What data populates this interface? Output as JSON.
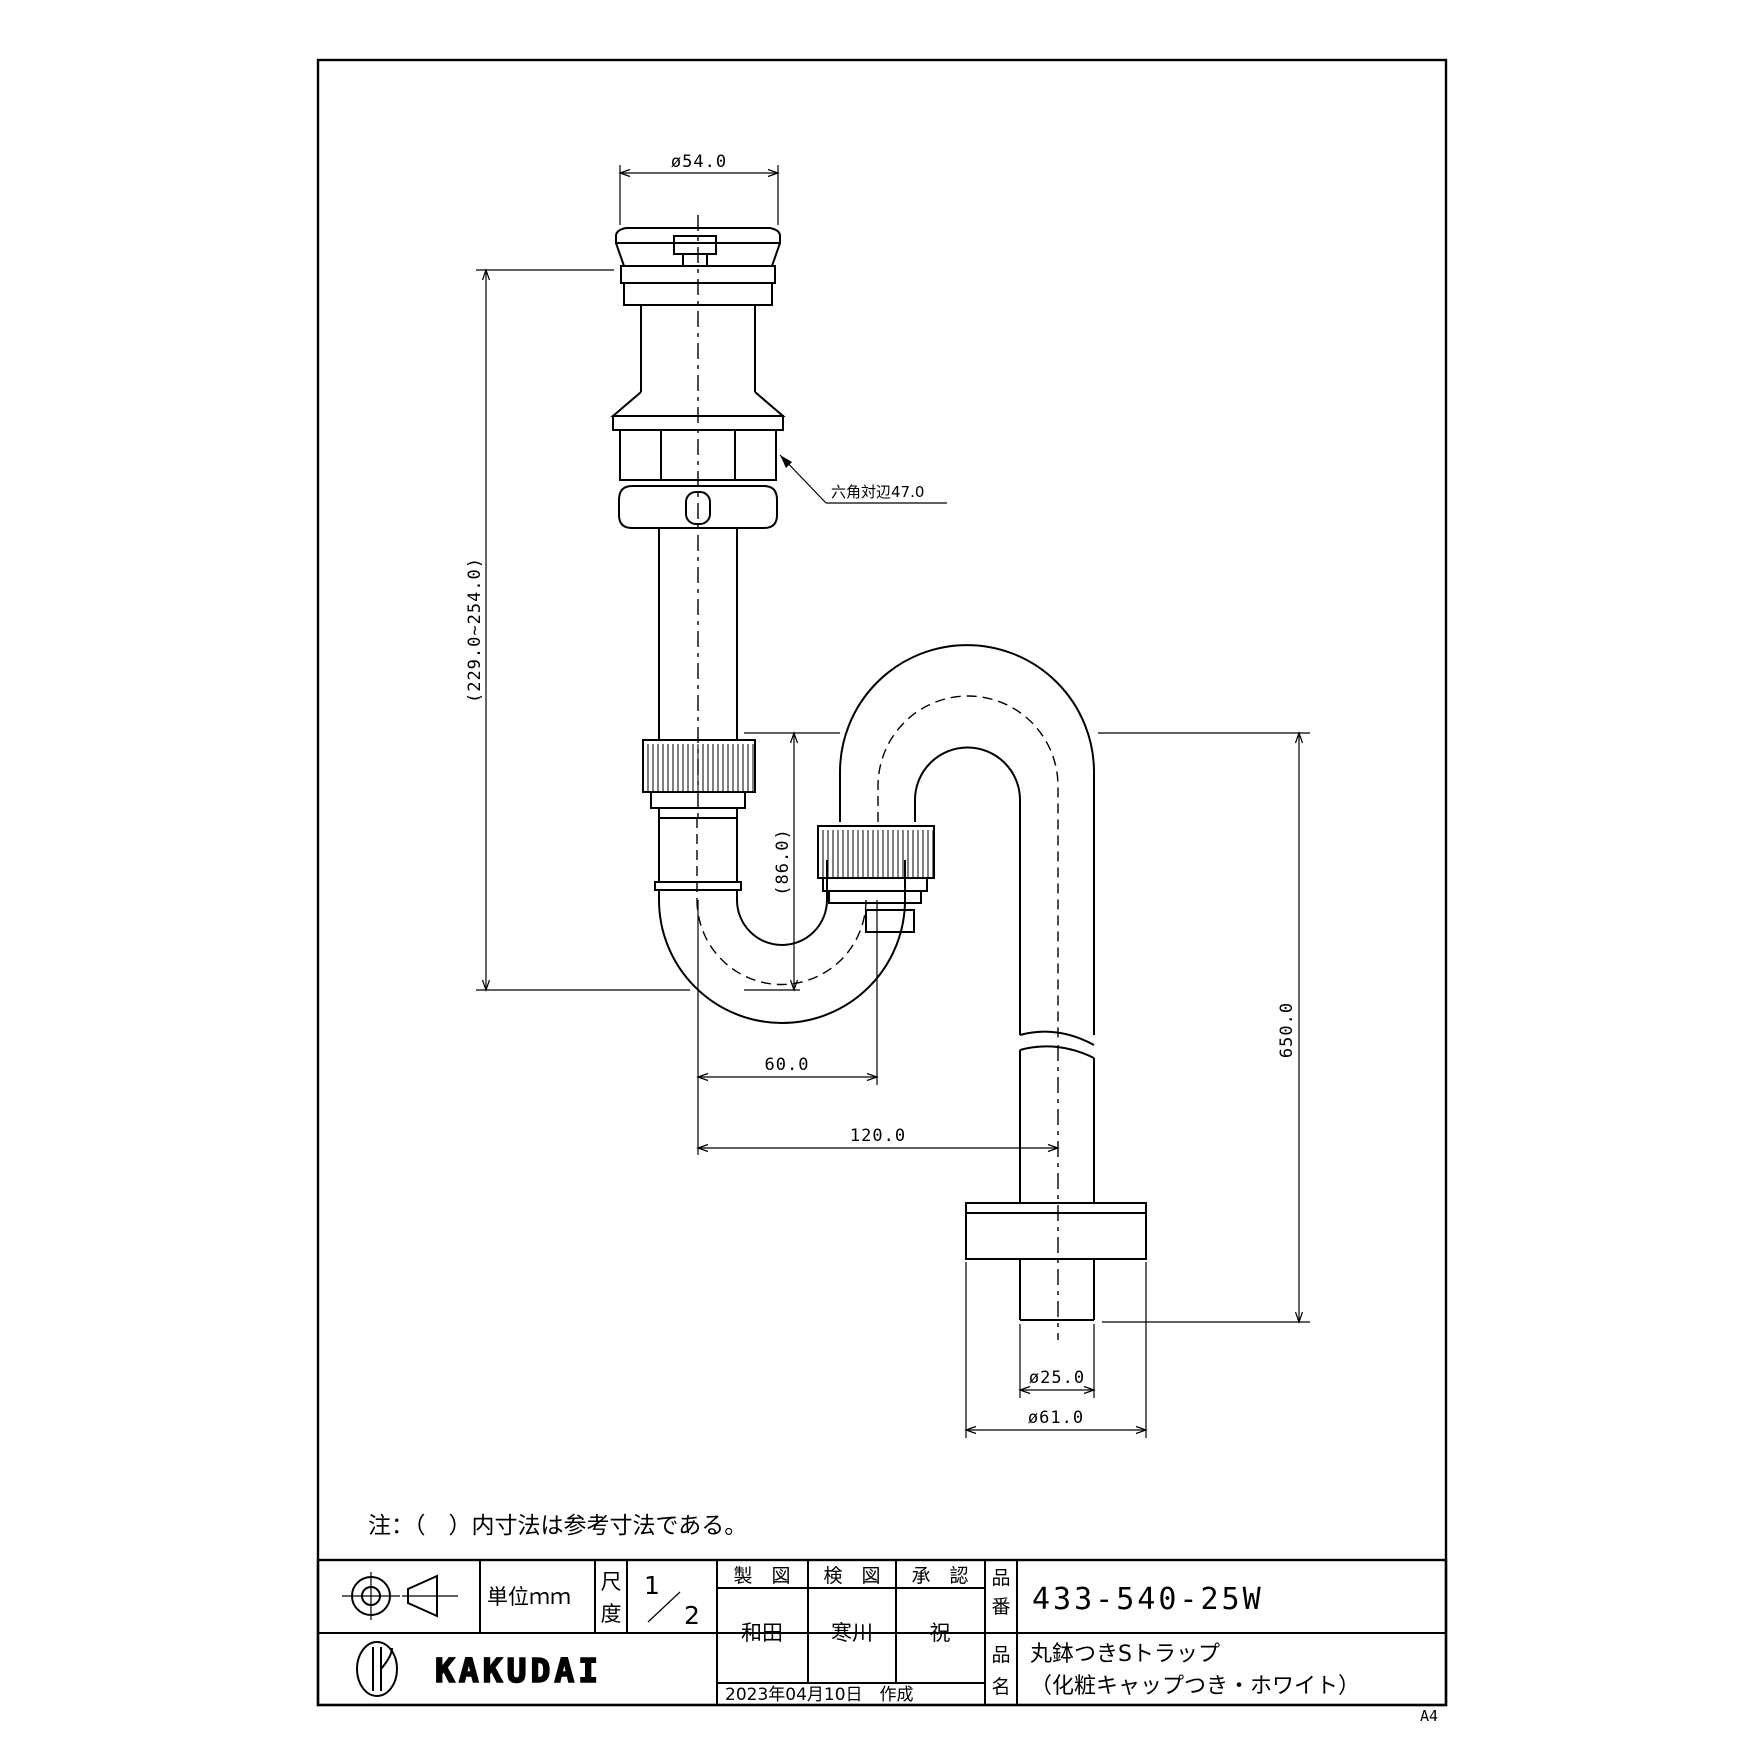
{
  "dimensions": {
    "top_diameter": "ø54.0",
    "hex_across_flats": "六角対辺47.0",
    "overall_height": "(229.0~254.0)",
    "trap_depth": "(86.0)",
    "trap_width": "60.0",
    "offset": "120.0",
    "drop_length": "650.0",
    "pipe_diameter": "ø25.0",
    "flange_diameter": "ø61.0"
  },
  "note": "注：（　）内寸法は参考寸法である。",
  "title_block": {
    "unit_label": "単位ｍｍ",
    "scale_label": [
      "尺",
      "度"
    ],
    "scale_value": [
      "1",
      "2"
    ],
    "drawn_header": "製　図",
    "checked_header": "検　図",
    "approved_header": "承　認",
    "drawn_by": "和田",
    "checked_by": "寒川",
    "approved_by": "祝",
    "date": "2023年04月10日　作成",
    "part_no_label": [
      "品",
      "番"
    ],
    "part_no": "433-540-25W",
    "part_name_label": [
      "品",
      "名"
    ],
    "part_name_line1": "丸鉢つきSトラップ",
    "part_name_line2": "（化粧キャップつき・ホワイト）",
    "brand": "KAKUDAI",
    "paper_size": "A4"
  }
}
